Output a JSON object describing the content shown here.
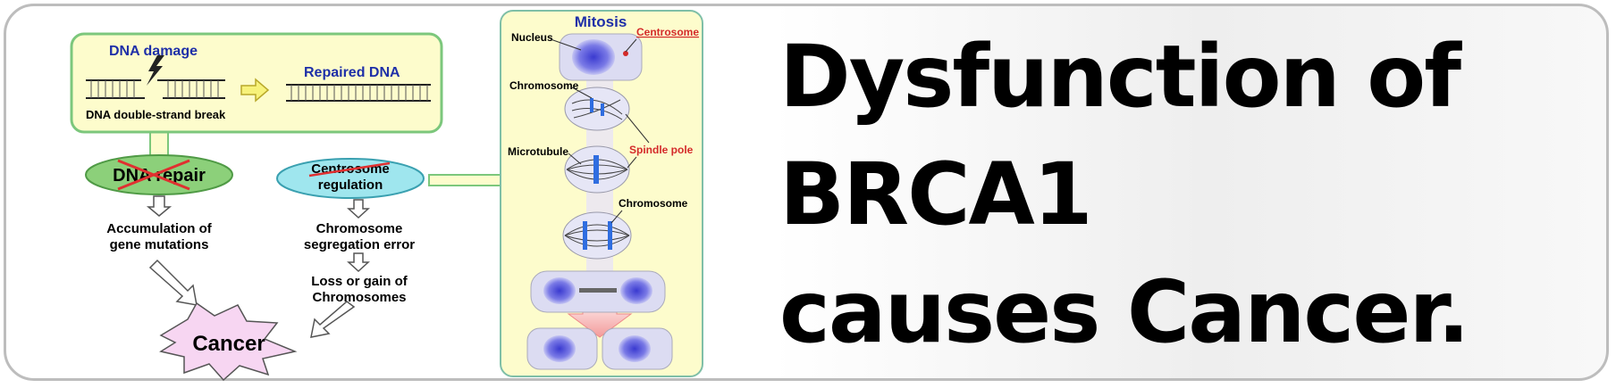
{
  "diagram": {
    "dna_damage": "DNA damage",
    "repaired_dna": "Repaired DNA",
    "double_strand_break": "DNA double-strand break",
    "dna_repair": "DNA repair",
    "centrosome_regulation_line1": "Centrosome",
    "centrosome_regulation_line2": "regulation",
    "accumulation_line1": "Accumulation of",
    "accumulation_line2": "gene mutations",
    "chromosome_seg_line1": "Chromosome",
    "chromosome_seg_line2": "segregation error",
    "loss_gain_line1": "Loss or gain of",
    "loss_gain_line2": "Chromosomes",
    "cancer": "Cancer",
    "mitosis": {
      "title": "Mitosis",
      "nucleus": "Nucleus",
      "centrosome": "Centrosome",
      "chromosome_top": "Chromosome",
      "microtubule": "Microtubule",
      "spindle_pole": "Spindle pole",
      "chromosome_bottom": "Chromosome"
    }
  },
  "headline": {
    "line1": "Dysfunction of",
    "line2": "BRCA1",
    "line3": "causes Cancer."
  },
  "colors": {
    "yellow_box": "#fdfccc",
    "green_border": "#7cc77c",
    "dna_repair_fill": "#8cd07a",
    "centrosome_fill": "#9fe6ee",
    "cancer_fill": "#f7d6f2",
    "title_blue": "#1e2fa8",
    "label_red": "#d42a2a"
  }
}
